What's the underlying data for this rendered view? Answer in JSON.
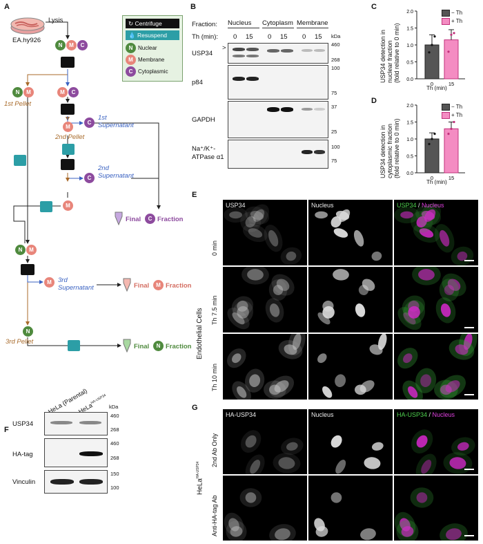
{
  "panels": {
    "A": "A",
    "B": "B",
    "C": "C",
    "D": "D",
    "E": "E",
    "F": "F",
    "G": "G"
  },
  "a": {
    "lysis": "Lysis",
    "cell_line": "EA.hy926",
    "legend": {
      "centrifuge": "Centrifuge",
      "resuspend": "Resuspend",
      "nuclear": "Nuclear",
      "membrane": "Membrane",
      "cytoplasmic": "Cytoplasmic"
    },
    "letters": {
      "N": "N",
      "M": "M",
      "C": "C"
    },
    "pellet1": "1st Pellet",
    "pellet2": "2nd Pellet",
    "pellet3": "3rd Pellet",
    "sup1": "1st Supernatant",
    "sup1a": "1st",
    "sup1b": "Supernatant",
    "sup2a": "2nd",
    "sup2b": "Supernatant",
    "sup3a": "3rd",
    "sup3b": "Supernatant",
    "final": "Final",
    "fraction": "Fraction"
  },
  "b": {
    "fraction_label": "Fraction:",
    "fractions": [
      "Nucleus",
      "Cytoplasm",
      "Membrane"
    ],
    "th_label": "Th (min):",
    "times": [
      "0",
      "15",
      "0",
      "15",
      "0",
      "15"
    ],
    "kda": "kDa",
    "rows": [
      {
        "label": "USP34",
        "mw": [
          "460",
          "268"
        ]
      },
      {
        "label": "p84",
        "mw": [
          "100",
          "75"
        ]
      },
      {
        "label": "GAPDH",
        "mw": [
          "37",
          "25"
        ]
      },
      {
        "label1": "Na⁺/K⁺-",
        "label2": "ATPase α1",
        "mw": [
          "100",
          "75"
        ]
      }
    ],
    "arrow": ">"
  },
  "c": {
    "ylabel1": "USP34 detection in",
    "ylabel2": "nuclear fraction",
    "ylabel3": "(fold relative to 0 min)",
    "xlabel": "Th (min)",
    "legend": [
      "− Th",
      "+ Th"
    ],
    "colors": [
      "#555555",
      "#f48cc2"
    ]
  },
  "d": {
    "ylabel1": "USP34 detection in",
    "ylabel2": "cytoplasmic fraction",
    "ylabel3": "(fold relative to 0 min)",
    "xlabel": "Th (min)",
    "legend": [
      "− Th",
      "+ Th"
    ]
  },
  "chart_data": [
    {
      "type": "bar",
      "categories": [
        "0",
        "15"
      ],
      "series": [
        {
          "name": "− Th",
          "values": [
            1.0,
            null
          ]
        },
        {
          "name": "+ Th",
          "values": [
            null,
            1.15
          ]
        }
      ],
      "xlabel": "Th (min)",
      "ylabel": "USP34 detection in nuclear fraction (fold relative to 0 min)",
      "ylim": [
        0,
        2.0
      ],
      "yticks": [
        "0.0",
        "0.5",
        "1.0",
        "1.5",
        "2.0"
      ],
      "error": [
        0.3,
        0.3
      ],
      "points": [
        [
          0.78,
          1.0,
          1.25
        ],
        [
          0.8,
          1.3,
          1.35
        ]
      ]
    },
    {
      "type": "bar",
      "categories": [
        "0",
        "15"
      ],
      "series": [
        {
          "name": "− Th",
          "values": [
            1.0,
            null
          ]
        },
        {
          "name": "+ Th",
          "values": [
            null,
            1.3
          ]
        }
      ],
      "xlabel": "Th (min)",
      "ylabel": "USP34 detection in cytoplasmic fraction (fold relative to 0 min)",
      "ylim": [
        0,
        2.0
      ],
      "yticks": [
        "0.0",
        "0.5",
        "1.0",
        "1.5",
        "2.0"
      ],
      "error": [
        0.18,
        0.2
      ],
      "points": [
        [
          0.85,
          1.0,
          1.15
        ],
        [
          1.15,
          1.3,
          1.5
        ]
      ]
    }
  ],
  "e": {
    "group_label": "Endothelial Cells",
    "rows": [
      "0 min",
      "Th 7.5 min",
      "Th 10 min"
    ],
    "cols": [
      "USP34",
      "Nucleus"
    ],
    "merge_a": "USP34",
    "slash": " / ",
    "merge_b": "Nucleus"
  },
  "f": {
    "lane1": "HeLa (Parental)",
    "lane2": "HeLa",
    "lane2_sup": "HA-USP34",
    "kda": "kDa",
    "rows": [
      {
        "label": "USP34",
        "mw": [
          "460",
          "268"
        ]
      },
      {
        "label": "HA-tag",
        "mw": [
          "460",
          "268"
        ]
      },
      {
        "label": "Vinculin",
        "mw": [
          "150",
          "100"
        ]
      }
    ]
  },
  "g": {
    "group_label": "HeLa",
    "group_sup": "HA-USP34",
    "rows": [
      "2nd Ab Only",
      "Anti-HA-tag Ab"
    ],
    "cols": [
      "HA-USP34",
      "Nucleus"
    ],
    "merge_a": "HA-USP34",
    "slash": " / ",
    "merge_b": "Nucleus"
  }
}
